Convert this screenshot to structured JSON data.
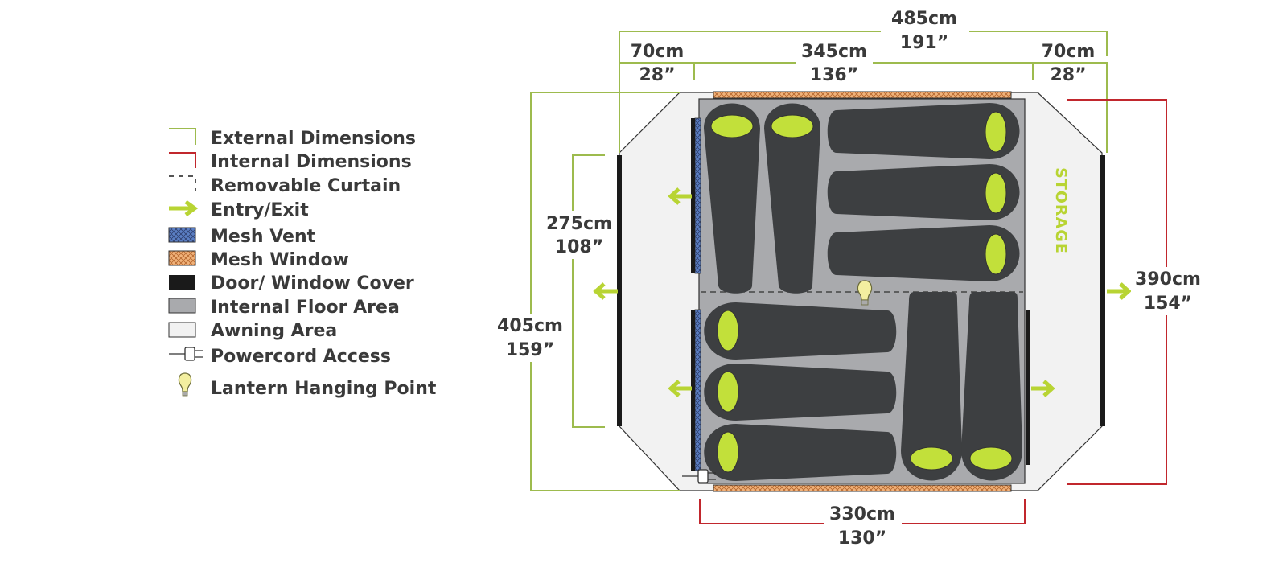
{
  "legend": {
    "items": [
      {
        "label": "External Dimensions",
        "icon": "external-dimension-icon"
      },
      {
        "label": "Internal Dimensions",
        "icon": "internal-dimension-icon"
      },
      {
        "label": "Removable Curtain",
        "icon": "curtain-icon"
      },
      {
        "label": "Entry/Exit",
        "icon": "entry-arrow-icon"
      },
      {
        "label": "Mesh Vent",
        "icon": "mesh-vent-icon"
      },
      {
        "label": "Mesh Window",
        "icon": "mesh-window-icon"
      },
      {
        "label": "Door/ Window Cover",
        "icon": "door-cover-icon"
      },
      {
        "label": "Internal Floor Area",
        "icon": "floor-area-icon"
      },
      {
        "label": "Awning Area",
        "icon": "awning-area-icon"
      },
      {
        "label": "Powercord Access",
        "icon": "powercord-icon"
      },
      {
        "label": "Lantern Hanging Point",
        "icon": "lantern-icon"
      }
    ]
  },
  "dimensions": {
    "overall_width_cm": "485cm",
    "overall_width_in": "191”",
    "left_awning_cm": "70cm",
    "left_awning_in": "28”",
    "middle_cm": "345cm",
    "middle_in": "136”",
    "right_awning_cm": "70cm",
    "right_awning_in": "28”",
    "inner_height_cm": "275cm",
    "inner_height_in": "108”",
    "outer_height_cm": "405cm",
    "outer_height_in": "159”",
    "internal_height_cm": "390cm",
    "internal_height_in": "154”",
    "internal_width_cm": "330cm",
    "internal_width_in": "130”"
  },
  "storage_label": "STORAGE",
  "colors": {
    "external": "#9dbb4e",
    "internal": "#c1272d",
    "accent": "#b8d433",
    "floor": "#a9aaad",
    "awning": "#f2f2f2",
    "sleeping_bag": "#3d3f41",
    "mesh_vent": "#5b7fc4",
    "mesh_window": "#e9a56a"
  }
}
